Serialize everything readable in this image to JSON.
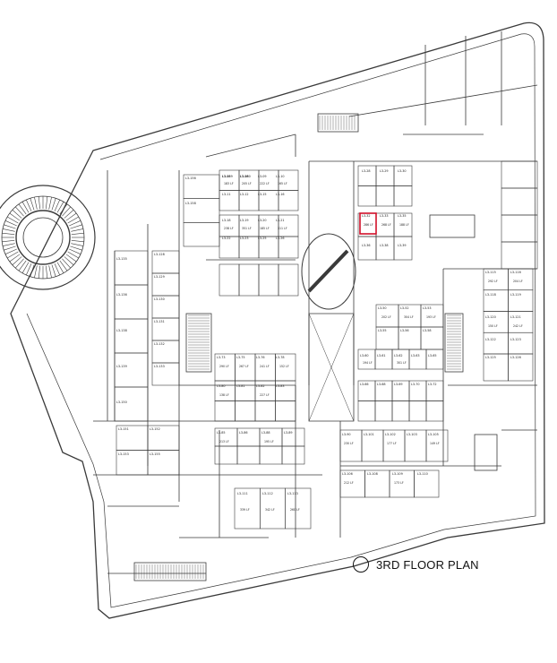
{
  "plan": {
    "title": "3RD FLOOR PLAN",
    "highlight_color": "#d0102a",
    "line_color": "#3a3a3a",
    "highlighted_unit": "L3-06",
    "unit_labels": [
      "L3-06",
      "L3-08",
      "L3-09",
      "L3-10",
      "L3-11",
      "L3-12",
      "L3-15",
      "L3-16",
      "L3-18",
      "L3-19",
      "L3-20",
      "L3-21",
      "L3-22",
      "L3-23",
      "L3-25",
      "L3-26",
      "L3-28",
      "L3-29",
      "L3-30",
      "L3-32",
      "L3-33",
      "L3-35",
      "L3-36",
      "L3-38",
      "L3-39",
      "L3-50",
      "L3-52",
      "L3-53",
      "L3-55",
      "L3-56",
      "L3-58",
      "L3-60",
      "L3-61",
      "L3-62",
      "L3-63",
      "L3-65",
      "L3-66",
      "L3-68",
      "L3-69",
      "L3-70",
      "L3-72",
      "L3-73",
      "L3-75",
      "L3-76",
      "L3-78",
      "L3-80",
      "L3-81",
      "L3-82",
      "L3-83",
      "L3-85",
      "L3-86",
      "L3-88",
      "L3-89",
      "L3-90",
      "L3-101",
      "L3-102",
      "L3-103",
      "L3-105",
      "L3-106",
      "L3-108",
      "L3-109",
      "L3-110",
      "L3-111",
      "L3-112",
      "L3-113",
      "L3-115",
      "L3-116",
      "L3-118",
      "L3-119",
      "L3-120",
      "L3-121",
      "L3-122",
      "L3-123",
      "L3-125",
      "L3-126",
      "L3-128",
      "L3-129",
      "L3-130",
      "L3-131",
      "L3-132",
      "L3-133",
      "L3-135",
      "L3-136",
      "L3-138",
      "L3-139",
      "L3-150",
      "L3-151",
      "L3-152",
      "L3-153",
      "L3-155",
      "L3-156",
      "L3-158",
      "L3-159",
      "L3-160"
    ],
    "area_labels": [
      "183 LF",
      "205 LF",
      "222 LF",
      "165 LF",
      "238 LF",
      "351 LF",
      "185 LF",
      "311 LF",
      "286 LF",
      "268 LF",
      "188 LF",
      "202 LF",
      "304 LF",
      "193 LF",
      "194 LF",
      "301 LF",
      "290 LF",
      "267 LF",
      "241 LF",
      "152 LF",
      "138 LF",
      "227 LF",
      "213 LF",
      "195 LF",
      "230 LF",
      "177 LF",
      "149 LF",
      "212 LF",
      "173 LF",
      "339 LF",
      "342 LF",
      "260 LF",
      "292 LF",
      "204 LF",
      "150 LF",
      "242 LF"
    ]
  }
}
